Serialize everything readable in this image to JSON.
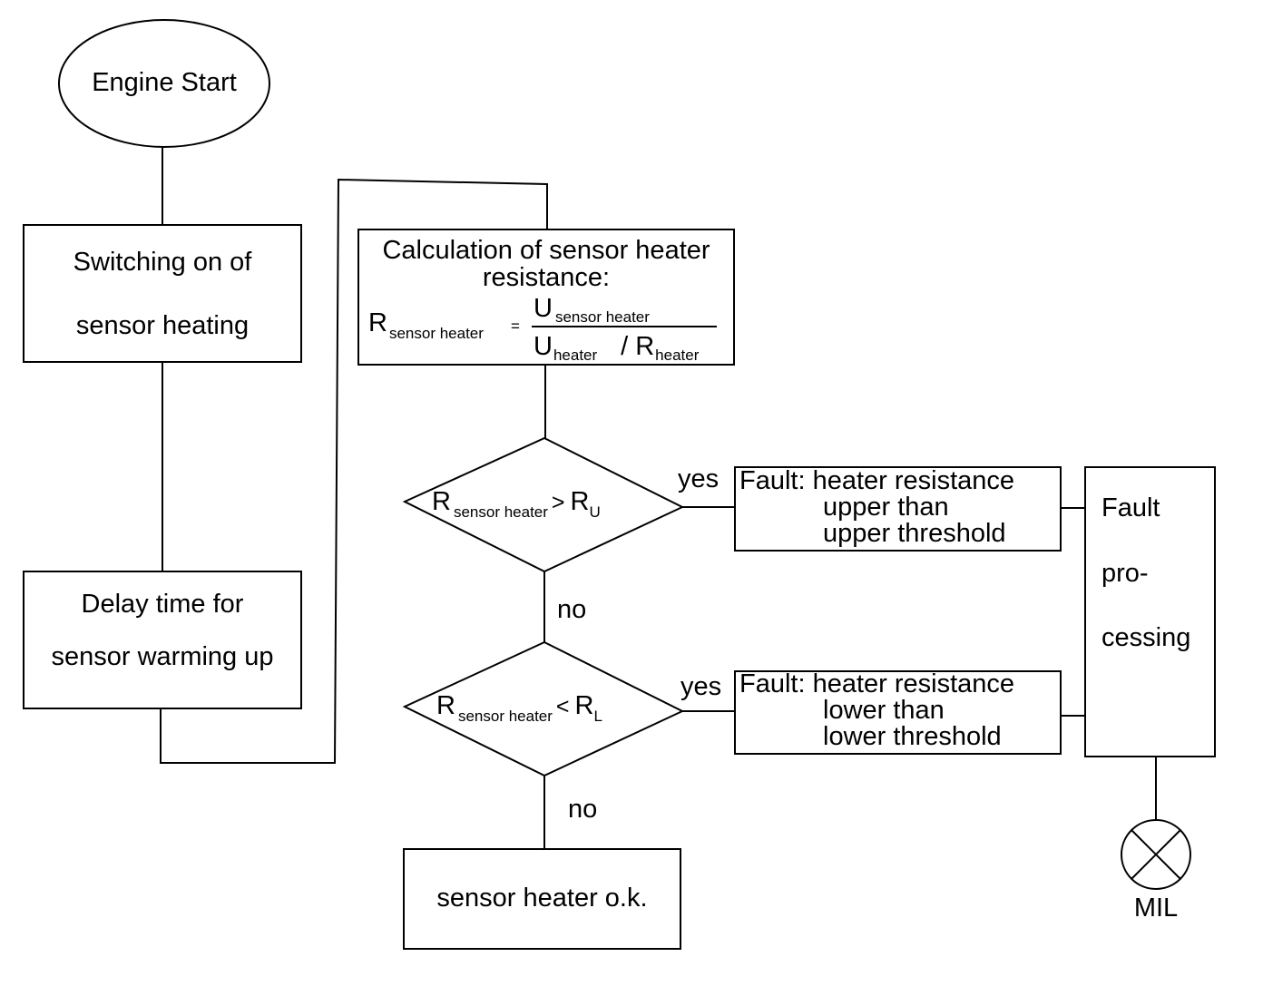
{
  "nodes": {
    "engine_start": "Engine Start",
    "switching_line1": "Switching on of",
    "switching_line2": "sensor heating",
    "delay_line1": "Delay time for",
    "delay_line2": "sensor warming up",
    "calc_line1": "Calculation of sensor heater",
    "calc_line2": "resistance:",
    "formula": {
      "lhs_symbol": "R",
      "lhs_sub": "sensor heater",
      "equals": "=",
      "num_symbol": "U",
      "num_sub": "sensor heater",
      "den_symbol1": "U",
      "den_sub1": "heater",
      "den_slash": "/",
      "den_symbol2": "R",
      "den_sub2": "heater"
    },
    "decision_upper": {
      "symbol": "R",
      "sub": "sensor heater",
      "op": ">",
      "rhs_symbol": "R",
      "rhs_sub": "U"
    },
    "decision_lower": {
      "symbol": "R",
      "sub": "sensor heater",
      "op": "<",
      "rhs_symbol": "R",
      "rhs_sub": "L"
    },
    "fault_upper_line1": "Fault: heater resistance",
    "fault_upper_line2": "upper than",
    "fault_upper_line3": "upper threshold",
    "fault_lower_line1": "Fault: heater resistance",
    "fault_lower_line2": "lower than",
    "fault_lower_line3": "lower threshold",
    "fault_proc_line1": "Fault",
    "fault_proc_line2": "pro-",
    "fault_proc_line3": "cessing",
    "ok": "sensor heater o.k.",
    "mil": "MIL"
  },
  "edge_labels": {
    "yes_upper": "yes",
    "yes_lower": "yes",
    "no_upper": "no",
    "no_lower": "no"
  }
}
